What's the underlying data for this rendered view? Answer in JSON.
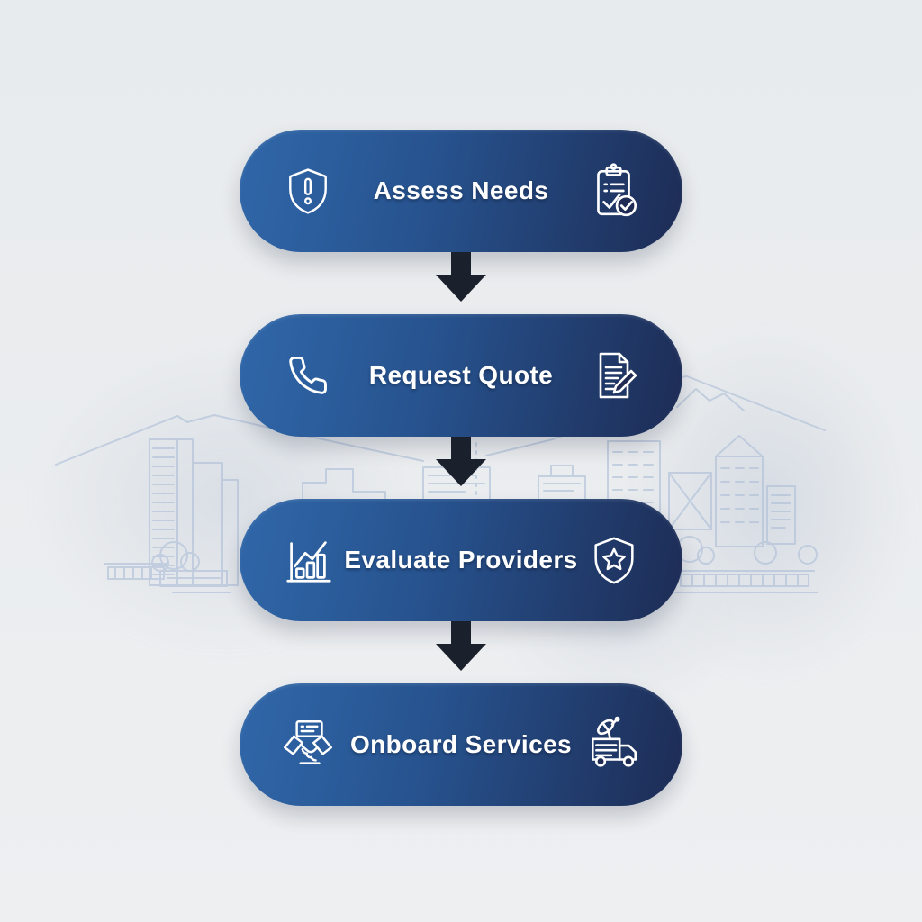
{
  "flow": {
    "steps": [
      {
        "label": "Assess Needs",
        "left_icon": "shield-alert-icon",
        "right_icon": "clipboard-check-icon"
      },
      {
        "label": "Request Quote",
        "left_icon": "phone-icon",
        "right_icon": "document-edit-icon"
      },
      {
        "label": "Evaluate Providers",
        "left_icon": "bar-chart-icon",
        "right_icon": "shield-star-icon"
      },
      {
        "label": "Onboard Services",
        "left_icon": "handshake-icon",
        "right_icon": "satellite-truck-icon"
      }
    ],
    "connector": {
      "type": "arrow-down",
      "count": 3,
      "color": "#1b212c"
    }
  },
  "theme": {
    "background_color": "#eaedef",
    "pill_gradient_start": "#3067a9",
    "pill_gradient_end": "#1d2c55",
    "text_color": "#ffffff",
    "skyline_line_color": "#aebfd8"
  },
  "background": {
    "motif": "city-skyline-line-art"
  }
}
